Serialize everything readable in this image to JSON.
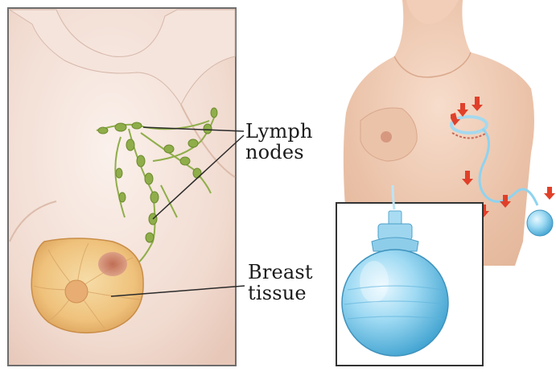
{
  "labels": {
    "lymph_nodes": {
      "line1": "Lymph",
      "line2": "nodes"
    },
    "breast_tissue": {
      "line1": "Breast",
      "line2": "tissue"
    }
  },
  "colors": {
    "skin_light": "#f6e7df",
    "skin_mid": "#e8c2ae",
    "lymph_green": "#8fae4a",
    "breast_tissue": "#f0c98a",
    "drain_blue": "#8fd3ef",
    "arrow_red": "#e0402a"
  }
}
